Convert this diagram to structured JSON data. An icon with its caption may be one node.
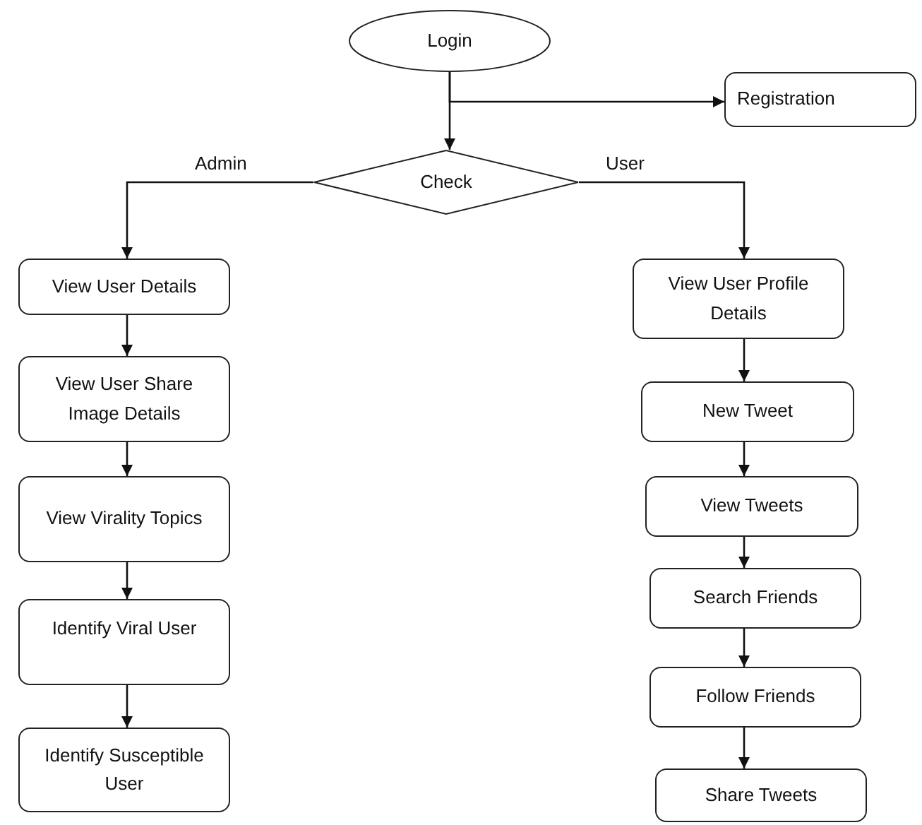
{
  "diagram": {
    "nodes": [
      {
        "text": [
          "Login"
        ]
      },
      {
        "text": [
          "Registration"
        ]
      },
      {
        "text": [
          "Check"
        ]
      },
      {
        "text": [
          "View User Details"
        ]
      },
      {
        "text": [
          "View User Share Image Details"
        ]
      },
      {
        "text": [
          "View Virality Topics"
        ]
      },
      {
        "text": [
          "Identify Viral User"
        ]
      },
      {
        "text": [
          "Identify Susceptible User"
        ]
      },
      {
        "text": [
          "View User Profile Details"
        ]
      },
      {
        "text": [
          "New Tweet"
        ]
      },
      {
        "text": [
          "View Tweets"
        ]
      },
      {
        "text": [
          "Search Friends"
        ]
      },
      {
        "text": [
          "Follow  Friends"
        ]
      },
      {
        "text": [
          "Share Tweets"
        ]
      }
    ],
    "edges": [
      {
        "from": 0,
        "to": 2,
        "arrow": "to"
      },
      {
        "from": 0,
        "to": 1,
        "arrow": "to"
      },
      {
        "from": 2,
        "to": 3,
        "arrow": "to",
        "label": "Admin"
      },
      {
        "from": 2,
        "to": 8,
        "arrow": "to",
        "label": "User"
      },
      {
        "from": 3,
        "to": 4,
        "arrow": "to"
      },
      {
        "from": 4,
        "to": 5,
        "arrow": "to"
      },
      {
        "from": 5,
        "to": 6,
        "arrow": "to"
      },
      {
        "from": 6,
        "to": 7,
        "arrow": "to"
      },
      {
        "from": 8,
        "to": 9,
        "arrow": "to"
      },
      {
        "from": 9,
        "to": 10,
        "arrow": "to"
      },
      {
        "from": 10,
        "to": 11,
        "arrow": "to"
      },
      {
        "from": 11,
        "to": 12,
        "arrow": "to"
      },
      {
        "from": 12,
        "to": 13,
        "arrow": "to"
      }
    ]
  }
}
